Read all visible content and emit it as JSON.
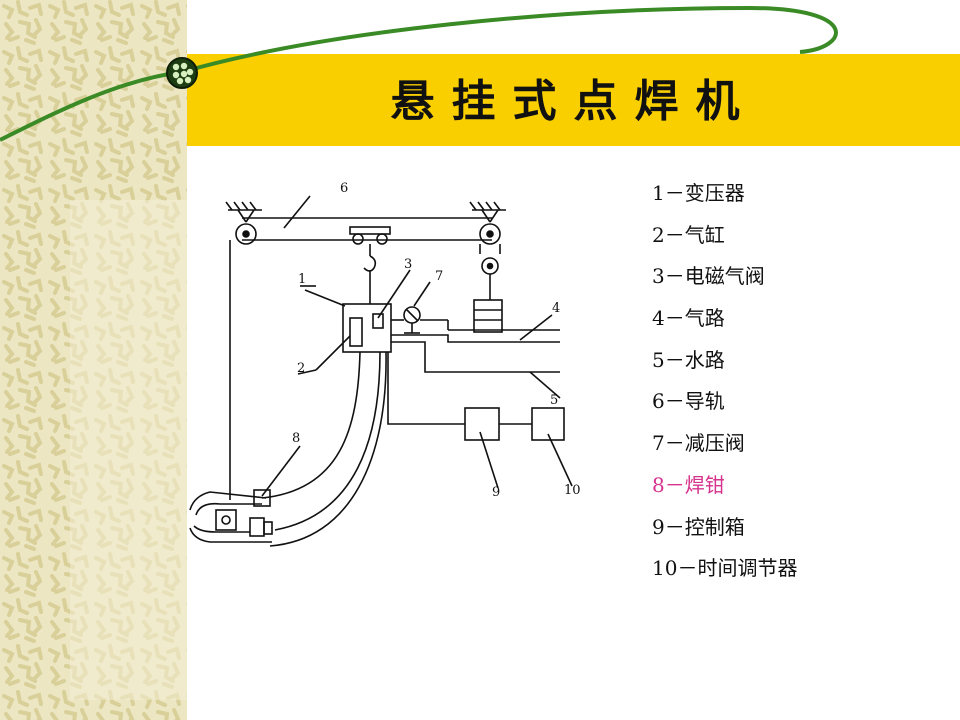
{
  "title": "悬挂式点焊机",
  "colors": {
    "band": "#ece6c3",
    "title_bar": "#f9cf00",
    "curve": "#3a8a26",
    "highlight": "#d6338f"
  },
  "diagram": {
    "labels": [
      "1",
      "2",
      "3",
      "4",
      "5",
      "6",
      "7",
      "8",
      "9",
      "10"
    ]
  },
  "legend": [
    {
      "text": "1－变压器",
      "highlight": false
    },
    {
      "text": "2－气缸",
      "highlight": false
    },
    {
      "text": "3－电磁气阀",
      "highlight": false
    },
    {
      "text": "4－气路",
      "highlight": false
    },
    {
      "text": "5－水路",
      "highlight": false
    },
    {
      "text": "6－导轨",
      "highlight": false
    },
    {
      "text": "7－减压阀",
      "highlight": false
    },
    {
      "text": "8－焊钳",
      "highlight": true
    },
    {
      "text": "9－控制箱",
      "highlight": false
    },
    {
      "text": "10－时间调节器",
      "highlight": false
    }
  ]
}
